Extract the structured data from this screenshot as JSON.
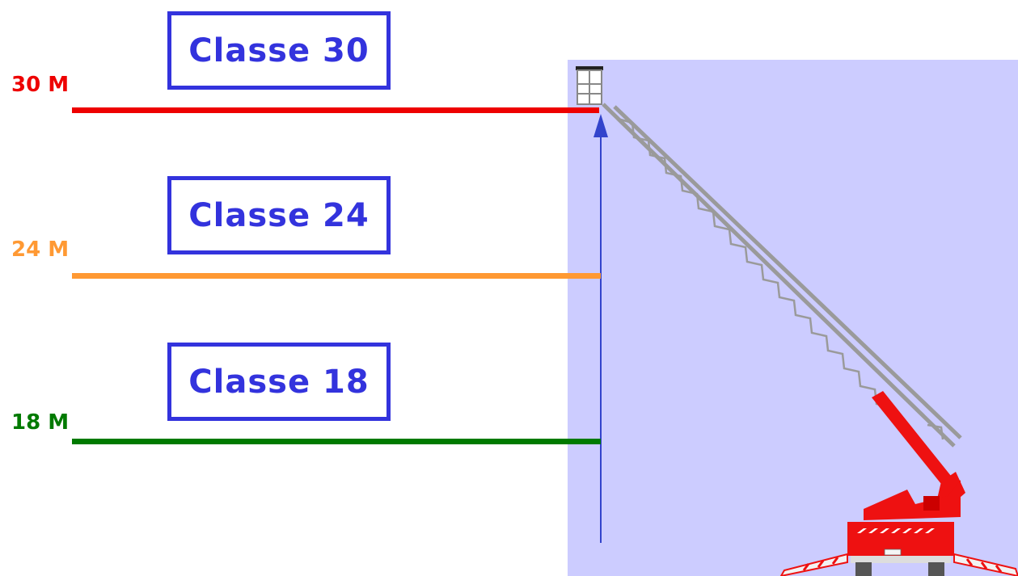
{
  "classes": [
    {
      "label": "Classe 30"
    },
    {
      "label": "Classe 24"
    },
    {
      "label": "Classe 18"
    }
  ],
  "levels": [
    {
      "label": "30 M",
      "color": "#ee0000"
    },
    {
      "label": "24 M",
      "color": "#ff9933"
    },
    {
      "label": "18 M",
      "color": "#007a00"
    }
  ],
  "colors": {
    "box_border": "#3333dd",
    "panel_bg": "#ccccff",
    "arrow": "#3344cc",
    "truck": "#ee1111",
    "ladder": "#9a9a9a"
  },
  "icons": {
    "truck": "aerial-ladder-truck-icon",
    "arrow": "height-arrow-icon"
  }
}
